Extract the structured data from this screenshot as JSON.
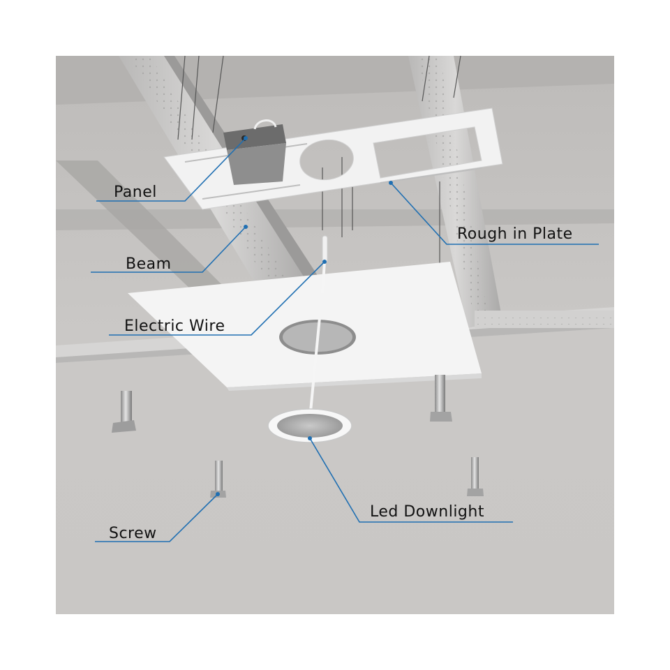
{
  "labels": {
    "panel": "Panel",
    "rough_in_plate": "Rough in Plate",
    "beam": "Beam",
    "electric_wire": "Electric Wire",
    "led_downlight": "Led Downlight",
    "screw": "Screw"
  },
  "colors": {
    "leader_line": "#1f6fb2",
    "background": "#c4c2c0",
    "panel_white": "#f4f4f4"
  }
}
